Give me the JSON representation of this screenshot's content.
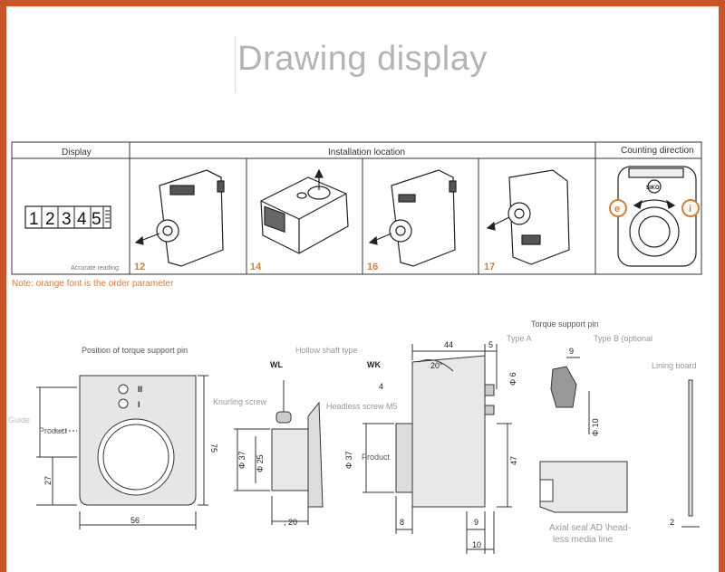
{
  "page": {
    "title": "Drawing display"
  },
  "table": {
    "headers": {
      "display": "Display",
      "installation": "Installation location",
      "counting": "Counting direction"
    },
    "counter_digits": [
      "1",
      "2",
      "3",
      "4",
      "5"
    ],
    "accurate_reading": "Accurate reading",
    "location_codes": [
      "12",
      "14",
      "16",
      "17"
    ],
    "direction_left": "e",
    "direction_right": "i",
    "brand": "SIKO"
  },
  "note": "Note: orange font is the order parameter",
  "drawing": {
    "torque_support_pin": "Torque support pin",
    "type_a": "Type A",
    "type_b": "Type B (optional",
    "lining_board": "Lining board",
    "position_pin": "Position of torque support pin",
    "hollow_shaft": "Hollow shaft type",
    "guide": "Guide",
    "product": "Product",
    "product2": "Product",
    "knurling_screw": "Knurling screw",
    "headless_screw": "Headless screw M5",
    "axial_seal_1": "Axial seal AD \\head-",
    "axial_seal_2": "less media line",
    "wl": "WL",
    "wk": "WK",
    "roman_2": "II",
    "roman_1": "I",
    "dims": {
      "d56": "56",
      "d75": "75",
      "d27": "27",
      "d20": ", 20",
      "d37a": "Φ 37",
      "d25": "Φ 25",
      "d37b": "Φ 37",
      "d44": "44",
      "d5": "5",
      "d20deg": "20°",
      "d4": "4",
      "d6": "Φ 6",
      "d47": "47",
      "d8": "8",
      "d9a": "9",
      "d10": "10",
      "d9b": "9",
      "d10b": "Φ 10",
      "d2": "2"
    }
  },
  "colors": {
    "accent": "#c8552a",
    "orange_text": "#e07a2c",
    "line": "#333333"
  }
}
